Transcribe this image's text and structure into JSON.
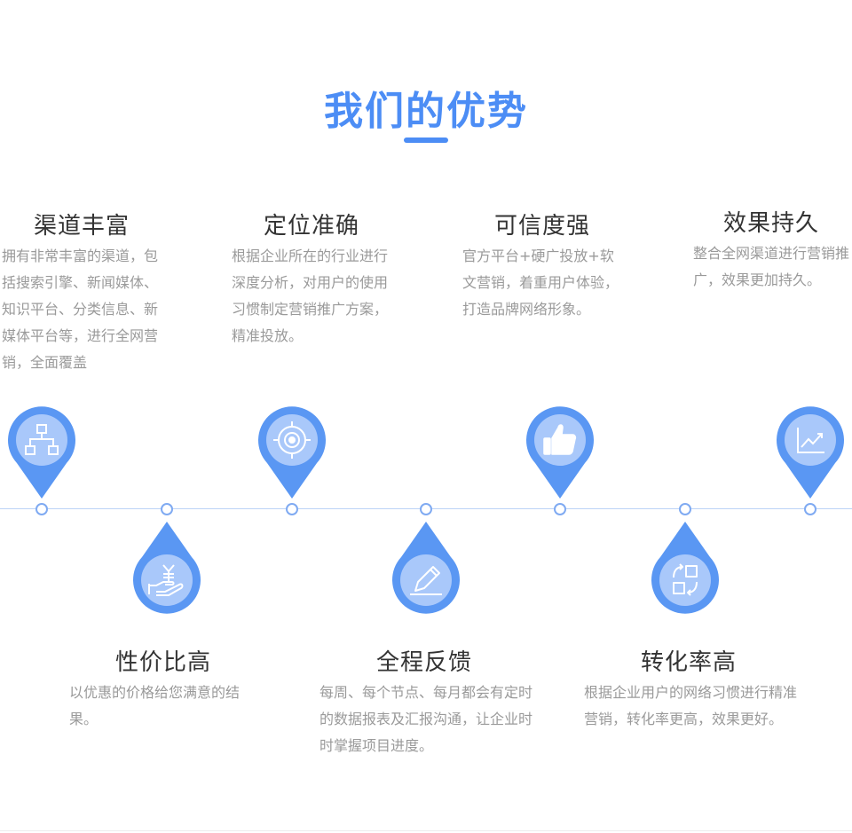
{
  "section": {
    "title": "我们的优势"
  },
  "features_top": [
    {
      "title": "渠道丰富",
      "desc": "拥有非常丰富的渠道，包括搜索引擎、新闻媒体、知识平台、分类信息、新媒体平台等，进行全网营销，全面覆盖"
    },
    {
      "title": "定位准确",
      "desc": "根据企业所在的行业进行深度分析，对用户的使用习惯制定营销推广方案，精准投放。"
    },
    {
      "title": "可信度强",
      "desc": "官方平台+硬广投放+软文营销，着重用户体验，打造品牌网络形象。"
    },
    {
      "title": "效果持久",
      "desc": "整合全网渠道进行营销推广，效果更加持久。"
    }
  ],
  "features_bottom": [
    {
      "title": "性价比高",
      "desc": "以优惠的价格给您满意的结果。"
    },
    {
      "title": "全程反馈",
      "desc": "每周、每个节点、每月都会有定时的数据报表及汇报沟通，让企业时时掌握项目进度。"
    },
    {
      "title": "转化率高",
      "desc": "根据企业用户的网络习惯进行精准营销，转化率更高，效果更好。"
    }
  ],
  "icons": {
    "channels": "network-hierarchy-icon",
    "positioning": "target-icon",
    "credibility": "thumbs-up-icon",
    "lasting": "trend-chart-icon",
    "value": "yuan-hand-icon",
    "feedback": "pencil-icon",
    "conversion": "conversion-arrows-icon"
  },
  "colors": {
    "accent": "#4c8df5",
    "pin_outer": "#5a97f3",
    "pin_inner": "#a9c8fa",
    "timeline": "#bcd3f7",
    "title_text": "#333333",
    "desc_text": "#9a9a9a"
  }
}
